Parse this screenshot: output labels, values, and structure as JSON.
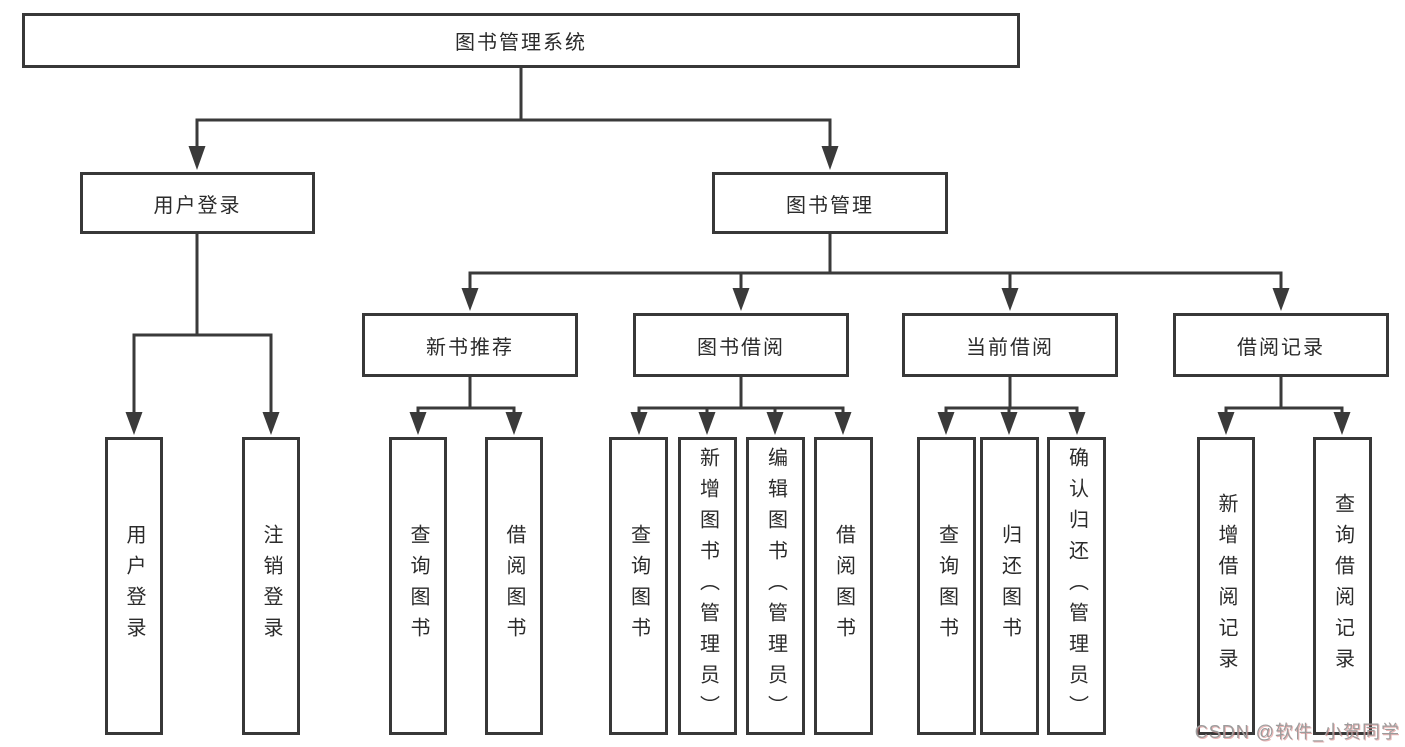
{
  "diagram": {
    "root": {
      "label": "图书管理系统"
    },
    "level2": {
      "user_login": {
        "label": "用户登录"
      },
      "book_management": {
        "label": "图书管理"
      }
    },
    "level3": {
      "new_book_recommend": {
        "label": "新书推荐"
      },
      "book_borrowing": {
        "label": "图书借阅"
      },
      "current_borrowing": {
        "label": "当前借阅"
      },
      "borrowing_records": {
        "label": "借阅记录"
      }
    },
    "leaves": {
      "login_user_login": "用户登录",
      "login_logout": "注销登录",
      "newbook_query": "查询图书",
      "newbook_borrow": "借阅图书",
      "borrow_query": "查询图书",
      "borrow_add_admin": "新增图书（管理员）",
      "borrow_edit_admin": "编辑图书（管理员）",
      "borrow_borrow": "借阅图书",
      "current_query": "查询图书",
      "current_return": "归还图书",
      "current_confirm_admin": "确认归还（管理员）",
      "records_add": "新增借阅记录",
      "records_query": "查询借阅记录"
    }
  },
  "watermark": "CSDN @软件_小贺同学",
  "colors": {
    "line": "#3a3a3a",
    "box_border": "#383838",
    "text": "#2b2b2b",
    "background": "#ffffff",
    "watermark_text": "#9c9c9c",
    "watermark_shadow": "#d87878"
  }
}
